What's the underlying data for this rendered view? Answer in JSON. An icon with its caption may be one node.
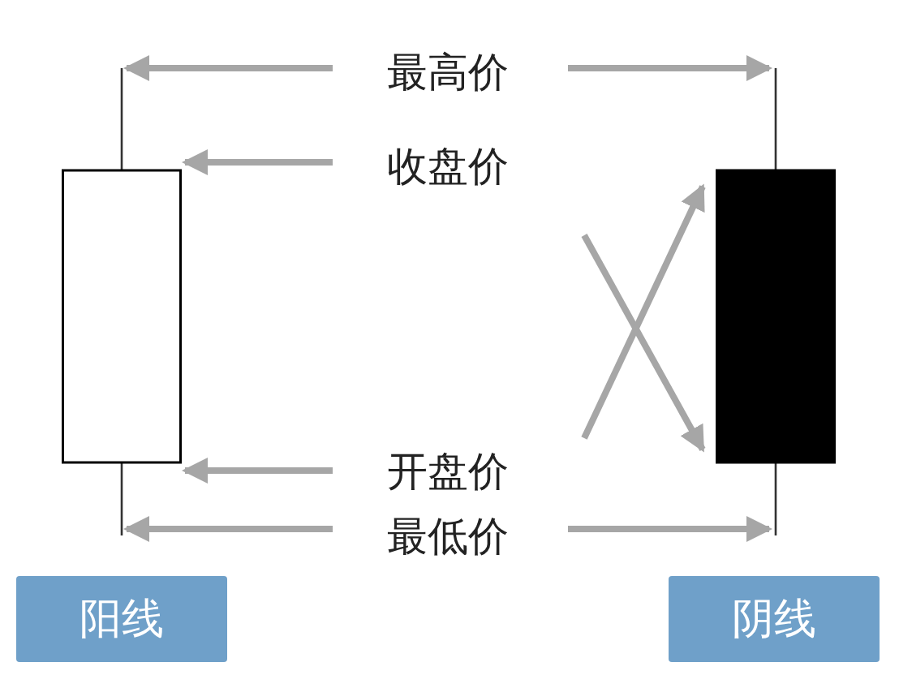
{
  "diagram": {
    "nodes": [
      {
        "text": [
          "最高价"
        ]
      },
      {
        "text": [
          "收盘价"
        ]
      },
      {
        "text": [
          "开盘价"
        ]
      },
      {
        "text": [
          "最低价"
        ]
      },
      {
        "text": [],
        "shape": "box"
      },
      {
        "text": [
          "阳线"
        ]
      },
      {
        "text": [],
        "shape": "box"
      },
      {
        "text": [
          "阴线"
        ]
      }
    ],
    "edges": [
      {
        "from": 0,
        "to": 4,
        "arrow": "to"
      },
      {
        "from": 0,
        "to": 6,
        "arrow": "to"
      },
      {
        "from": 1,
        "to": 4,
        "arrow": "to"
      },
      {
        "from": 1,
        "to": 6,
        "arrow": "to"
      },
      {
        "from": 2,
        "to": 6,
        "arrow": "to"
      },
      {
        "from": 2,
        "to": 4,
        "arrow": "to"
      },
      {
        "from": 3,
        "to": 4,
        "arrow": "to"
      },
      {
        "from": 3,
        "to": 6,
        "arrow": "to"
      }
    ]
  }
}
